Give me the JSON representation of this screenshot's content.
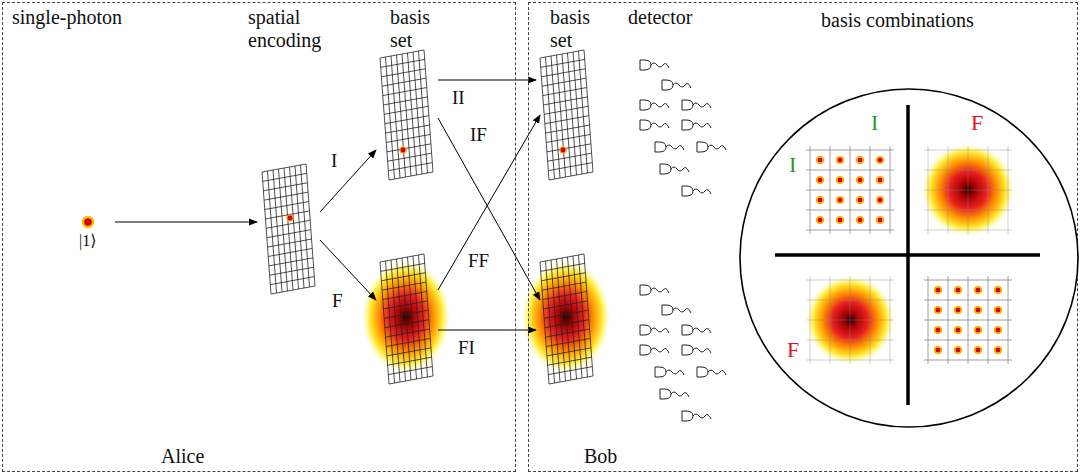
{
  "diagram": {
    "nodes": [
      {
        "text": [
          "Alice"
        ]
      },
      {
        "text": [
          "Bob"
        ]
      },
      {
        "text": [
          "basis combinations",
          "I",
          "F",
          "I",
          "F"
        ],
        "in": 1
      }
    ],
    "labels": [
      "single-photon",
      "spatial encoding",
      "basis set",
      "basis set",
      "detector",
      "|1⟩",
      "I",
      "F",
      "II",
      "IF",
      "FF",
      "FI"
    ]
  }
}
